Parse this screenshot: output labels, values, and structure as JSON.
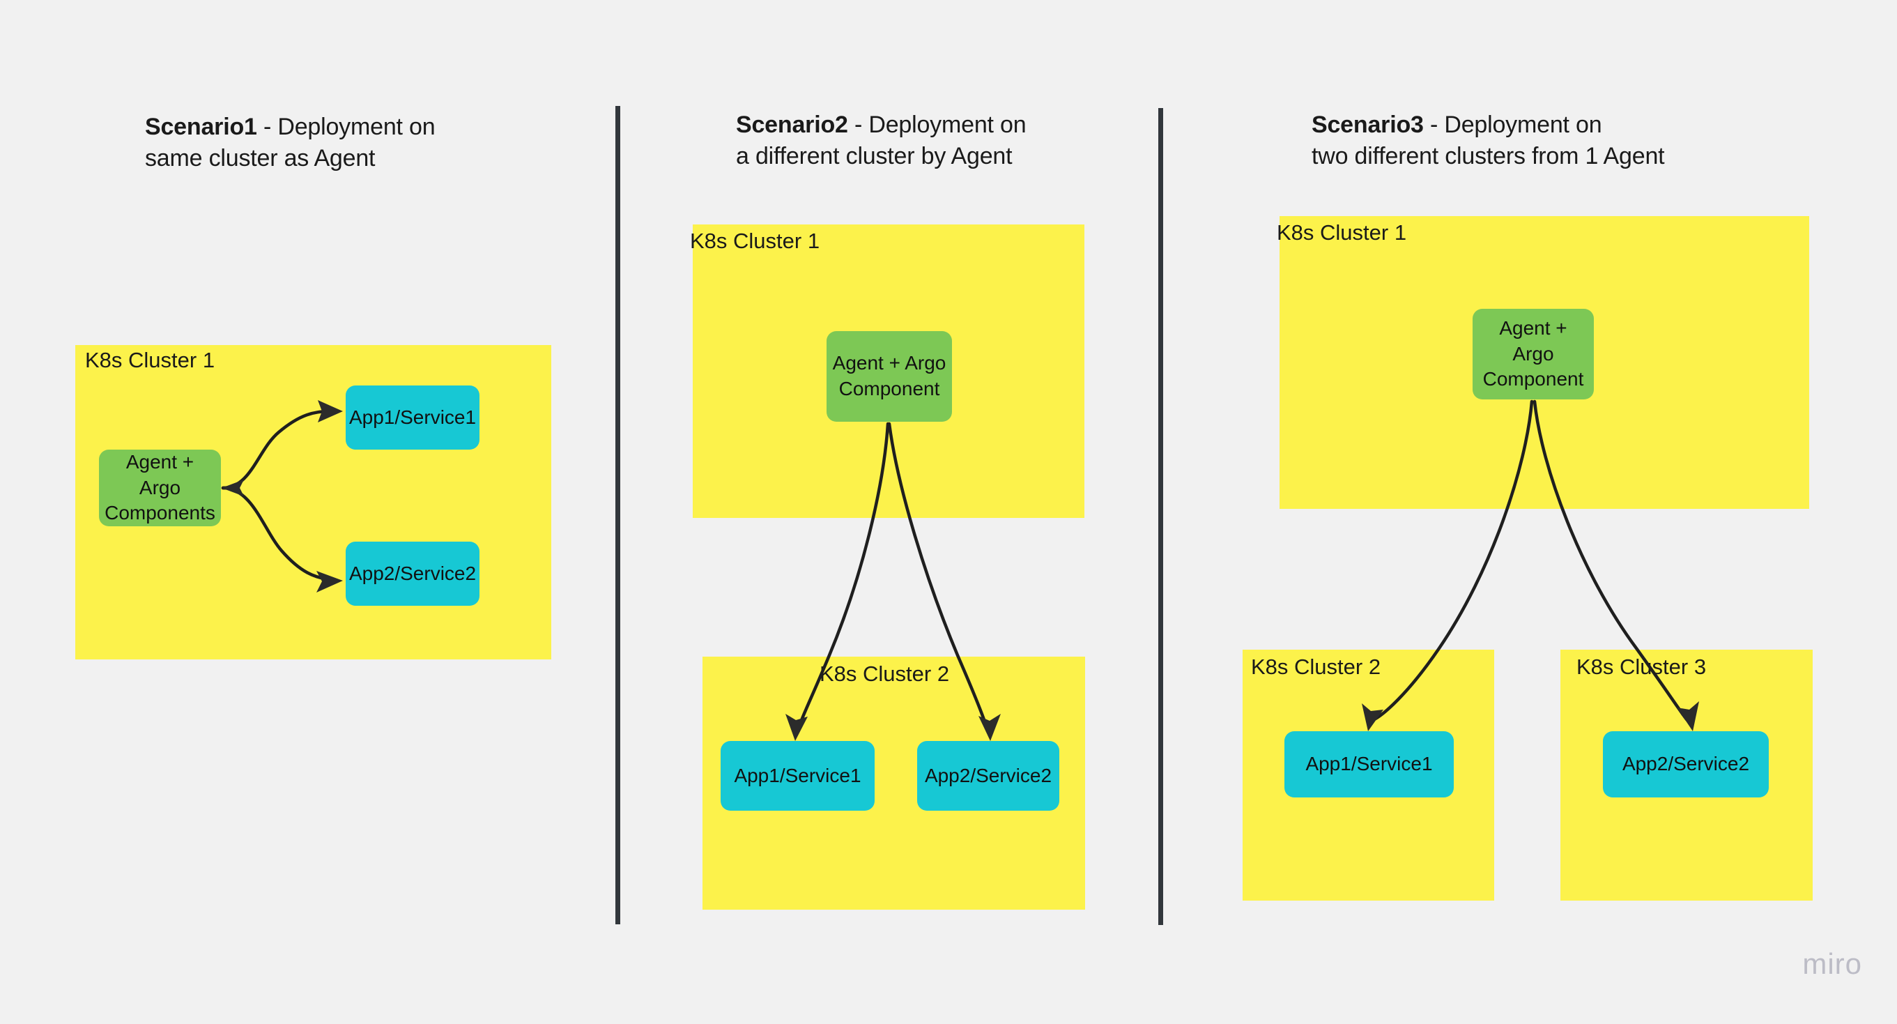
{
  "canvas": {
    "background_color": "#f1f1f1",
    "watermark": "miro"
  },
  "palette": {
    "cluster_yellow": "#fcf24b",
    "agent_green": "#7dc855",
    "app_cyan": "#17c8d4",
    "divider_dark": "#32373c",
    "text_dark": "#1a1a1a",
    "arrow_black": "#1f1f1f",
    "watermark_gray": "#bcbcc6"
  },
  "scenarios": [
    {
      "id": "scenario1",
      "title_strong": "Scenario1",
      "title_rest": " - Deployment on",
      "title_line2": "same cluster as Agent",
      "clusters": [
        {
          "id": "cluster-s1-1",
          "label": "K8s Cluster 1"
        }
      ],
      "nodes": [
        {
          "id": "node-s1-agent",
          "label": "Agent + Argo Components",
          "kind": "agent"
        },
        {
          "id": "node-s1-app1",
          "label": "App1/Service1",
          "kind": "app"
        },
        {
          "id": "node-s1-app2",
          "label": "App2/Service2",
          "kind": "app"
        }
      ],
      "edges": [
        {
          "from": "node-s1-agent",
          "to": "node-s1-app1"
        },
        {
          "from": "node-s1-agent",
          "to": "node-s1-app2"
        }
      ]
    },
    {
      "id": "scenario2",
      "title_strong": "Scenario2",
      "title_rest": " - Deployment on",
      "title_line2": "a different cluster by Agent",
      "clusters": [
        {
          "id": "cluster-s2-1",
          "label": "K8s Cluster 1"
        },
        {
          "id": "cluster-s2-2",
          "label": "K8s Cluster 2"
        }
      ],
      "nodes": [
        {
          "id": "node-s2-agent",
          "label": "Agent + Argo Component",
          "kind": "agent"
        },
        {
          "id": "node-s2-app1",
          "label": "App1/Service1",
          "kind": "app"
        },
        {
          "id": "node-s2-app2",
          "label": "App2/Service2",
          "kind": "app"
        }
      ],
      "edges": [
        {
          "from": "node-s2-agent",
          "to": "node-s2-app1"
        },
        {
          "from": "node-s2-agent",
          "to": "node-s2-app2"
        }
      ]
    },
    {
      "id": "scenario3",
      "title_strong": "Scenario3",
      "title_rest": " - Deployment on",
      "title_line2": "two different clusters from 1 Agent",
      "clusters": [
        {
          "id": "cluster-s3-1",
          "label": "K8s Cluster 1"
        },
        {
          "id": "cluster-s3-2",
          "label": "K8s Cluster 2"
        },
        {
          "id": "cluster-s3-3",
          "label": "K8s Cluster 3"
        }
      ],
      "nodes": [
        {
          "id": "node-s3-agent",
          "label": "Agent + Argo Component",
          "kind": "agent"
        },
        {
          "id": "node-s3-app1",
          "label": "App1/Service1",
          "kind": "app"
        },
        {
          "id": "node-s3-app2",
          "label": "App2/Service2",
          "kind": "app"
        }
      ],
      "edges": [
        {
          "from": "node-s3-agent",
          "to": "node-s3-app1"
        },
        {
          "from": "node-s3-agent",
          "to": "node-s3-app2"
        }
      ]
    }
  ],
  "labels": {
    "scenario1": {
      "title_strong": "Scenario1",
      "title_rest": " - Deployment on",
      "title_line2": "same cluster as Agent",
      "cluster1": "K8s Cluster 1",
      "agent": "Agent + Argo Components",
      "app1": "App1/Service1",
      "app2": "App2/Service2"
    },
    "scenario2": {
      "title_strong": "Scenario2",
      "title_rest": " - Deployment on",
      "title_line2": "a different cluster by Agent",
      "cluster1": "K8s Cluster 1",
      "cluster2": "K8s Cluster 2",
      "agent": "Agent + Argo Component",
      "app1": "App1/Service1",
      "app2": "App2/Service2"
    },
    "scenario3": {
      "title_strong": "Scenario3",
      "title_rest": " - Deployment on",
      "title_line2": "two different clusters from 1 Agent",
      "cluster1": "K8s Cluster 1",
      "cluster2": "K8s Cluster 2",
      "cluster3": "K8s Cluster 3",
      "agent": "Agent + Argo Component",
      "app1": "App1/Service1",
      "app2": "App2/Service2"
    }
  }
}
